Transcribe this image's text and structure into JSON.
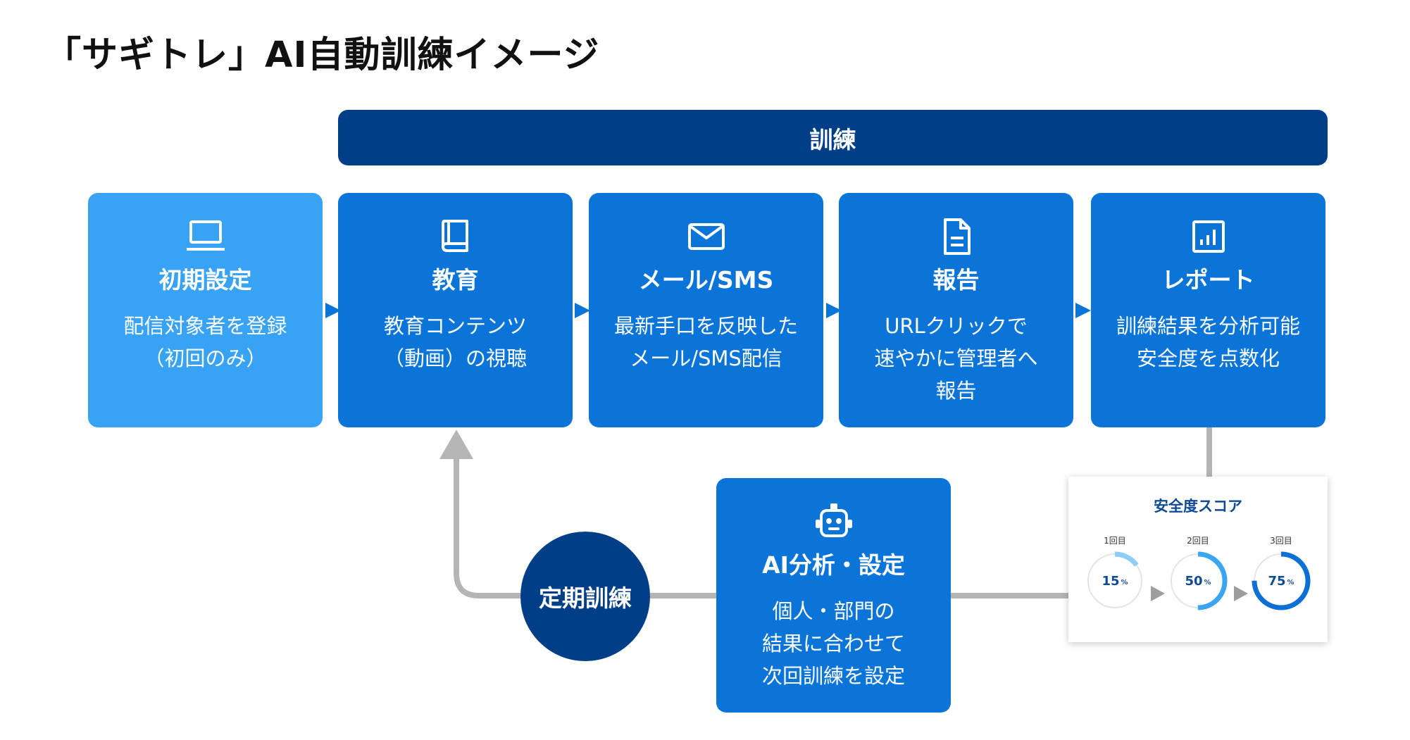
{
  "title": "「サギトレ」AI自動訓練イメージ",
  "training_bar": {
    "label": "訓練"
  },
  "steps": [
    {
      "title": "初期設定",
      "icon": "laptop-icon",
      "desc": [
        "配信対象者を登録",
        "（初回のみ）"
      ]
    },
    {
      "title": "教育",
      "icon": "book-icon",
      "desc": [
        "教育コンテンツ",
        "（動画）の視聴"
      ]
    },
    {
      "title": "メール/SMS",
      "icon": "mail-icon",
      "desc": [
        "最新手口を反映した",
        "メール/SMS配信"
      ]
    },
    {
      "title": "報告",
      "icon": "document-icon",
      "desc": [
        "URLクリックで",
        "速やかに管理者へ",
        "報告"
      ]
    },
    {
      "title": "レポート",
      "icon": "bar-chart-icon",
      "desc": [
        "訓練結果を分析可能",
        "安全度を点数化"
      ]
    }
  ],
  "ai_card": {
    "title": "AI分析・設定",
    "icon": "robot-icon",
    "desc": [
      "個人・部門の",
      "結果に合わせて",
      "次回訓練を設定"
    ]
  },
  "cycle": {
    "label": "定期訓練"
  },
  "score_panel": {
    "title": "安全度スコア",
    "unit": "%",
    "items": [
      {
        "label": "1回目",
        "value": 15,
        "color": "#8fcdf7"
      },
      {
        "label": "2回目",
        "value": 50,
        "color": "#3aa5f2"
      },
      {
        "label": "3回目",
        "value": 75,
        "color": "#0b6fd6"
      }
    ]
  },
  "colors": {
    "navy": "#003f88",
    "step_blue": "#0b74d9",
    "initial_blue": "#38a3f5",
    "connector_gray": "#b5b5b5"
  }
}
